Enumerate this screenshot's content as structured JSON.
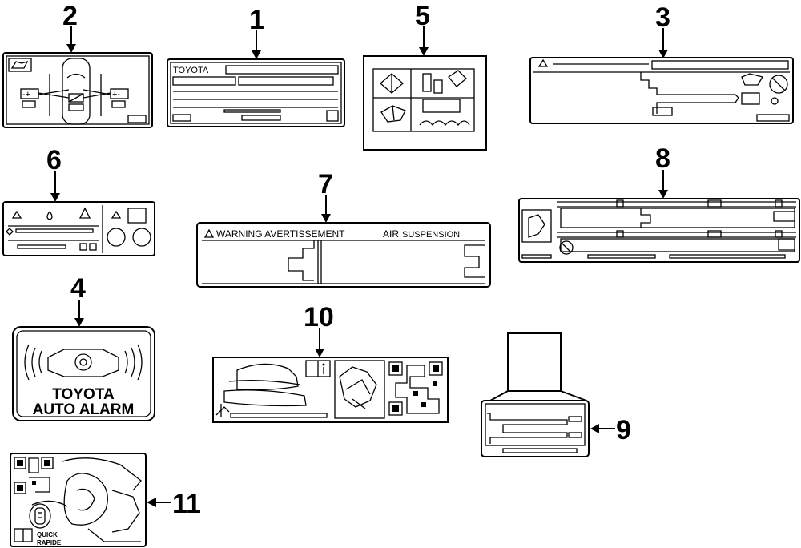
{
  "callouts": {
    "c1": "1",
    "c2": "2",
    "c3": "3",
    "c4": "4",
    "c5": "5",
    "c6": "6",
    "c7": "7",
    "c8": "8",
    "c9": "9",
    "c10": "10",
    "c11": "11"
  },
  "labels": {
    "label1_brand": "TOYOTA",
    "label4_line1": "TOYOTA",
    "label4_line2": "AUTO ALARM",
    "label7_warning": "WARNING AVERTISSEMENT",
    "label7_air": "AIR",
    "label7_suspension": "SUSPENSION",
    "label11_line1": "QUICK",
    "label11_line2": "RAPIDE"
  },
  "icons": {
    "warning": "warning-triangle-icon",
    "book": "manual-book-icon",
    "battery": "battery-icon",
    "prohibited": "prohibited-sign-icon",
    "qr": "qr-code-icon",
    "info": "information-icon"
  }
}
